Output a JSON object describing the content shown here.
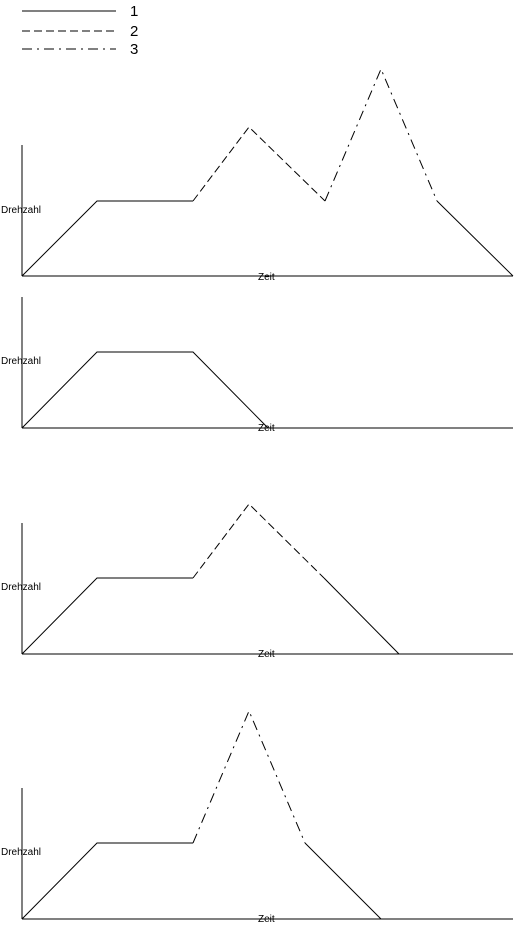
{
  "legend": [
    {
      "label": "1",
      "style": "solid"
    },
    {
      "label": "2",
      "style": "dashed"
    },
    {
      "label": "3",
      "style": "dashdot"
    }
  ],
  "axis_labels": {
    "y": "Drehzahl",
    "x": "Zeit"
  },
  "colors": {
    "line": "#000000",
    "background": "#ffffff"
  },
  "panels": [
    {
      "ylabel": "Drehzahl",
      "xlabel": "Zeit"
    },
    {
      "ylabel": "Drehzahl",
      "xlabel": "Zeit"
    },
    {
      "ylabel": "Drehzahl",
      "xlabel": "Zeit"
    },
    {
      "ylabel": "Drehzahl",
      "xlabel": "Zeit"
    }
  ]
}
